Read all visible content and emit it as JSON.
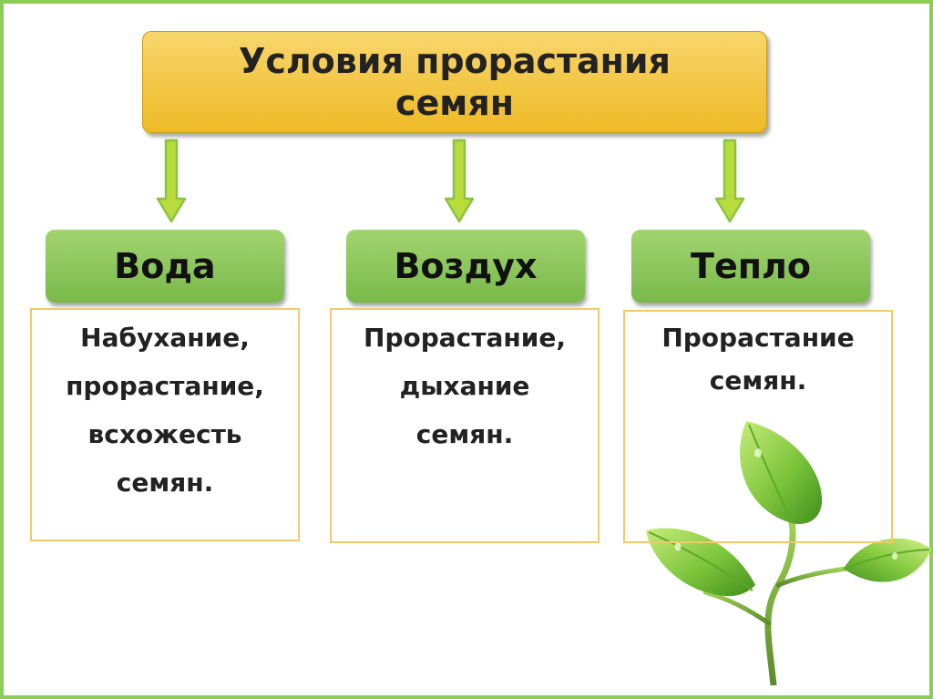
{
  "title": "Условия прорастания семян",
  "conditions": [
    {
      "name": "Вода",
      "effects": [
        "Набухание,",
        "прорастание,",
        "всхожесть",
        "семян."
      ]
    },
    {
      "name": "Воздух",
      "effects": [
        "Прорастание,",
        "дыхание",
        "семян."
      ]
    },
    {
      "name": "Тепло",
      "effects": [
        "Прорастание",
        "семян."
      ]
    }
  ],
  "colors": {
    "frame": "#8ccc58",
    "title_box": "#eeba26",
    "category_box": "#8cc85c",
    "description_border": "#f3c969",
    "arrow_fill": "#b8dc3c",
    "arrow_edge": "#8bc244"
  },
  "illustration": {
    "icon": "seedling-icon"
  }
}
